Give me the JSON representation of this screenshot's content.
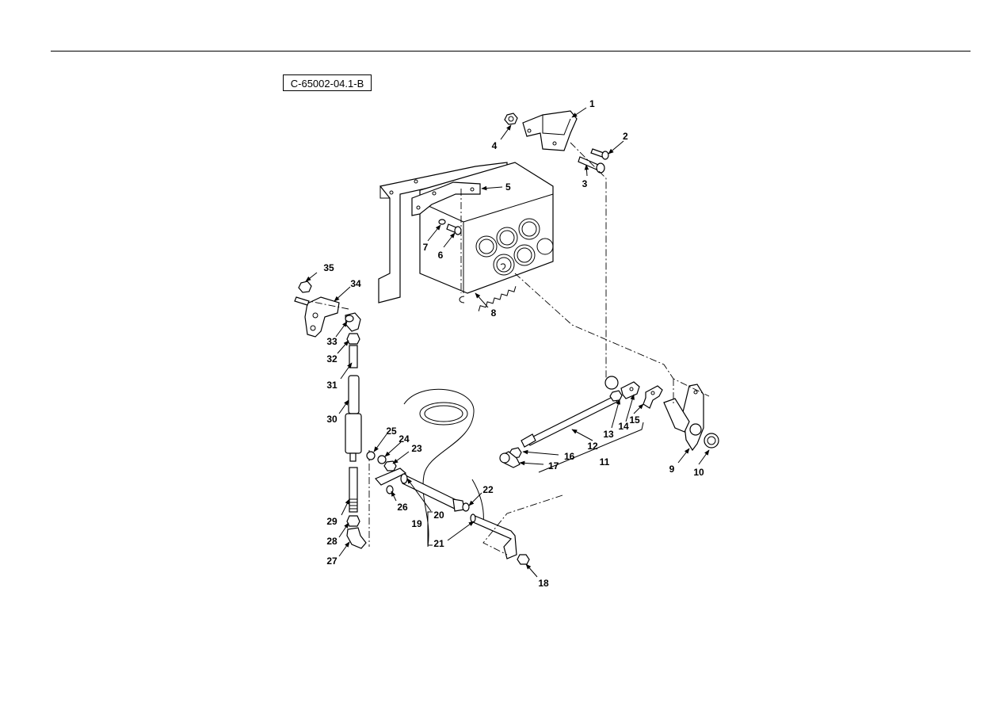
{
  "figure": {
    "id": "C-65002-04.1-B"
  },
  "callouts": [
    "1",
    "2",
    "3",
    "4",
    "5",
    "6",
    "7",
    "8",
    "9",
    "10",
    "11",
    "12",
    "13",
    "14",
    "15",
    "16",
    "17",
    "18",
    "19",
    "20",
    "21",
    "22",
    "23",
    "24",
    "25",
    "26",
    "27",
    "28",
    "29",
    "30",
    "31",
    "32",
    "33",
    "34",
    "35"
  ]
}
